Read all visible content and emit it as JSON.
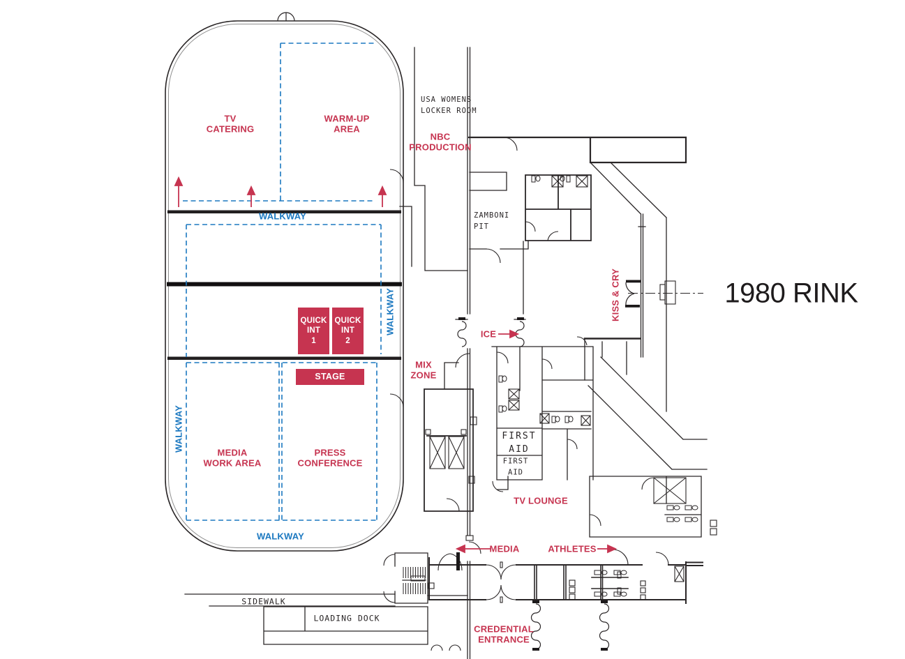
{
  "title": "1980 RINK",
  "colors": {
    "accent_red": "#C63450",
    "accent_blue": "#1B78C0",
    "ink": "#2A2627"
  },
  "rink_labels": {
    "tv_catering": "TV\nCATERING",
    "warm_up_area": "WARM-UP\nAREA",
    "walkway_top": "WALKWAY",
    "walkway_right": "WALKWAY",
    "walkway_left": "WALKWAY",
    "walkway_bottom": "WALKWAY",
    "media_work_area": "MEDIA\nWORK AREA",
    "press_conference": "PRESS\nCONFERENCE"
  },
  "rink_boxes": {
    "quick_int_1": "QUICK\nINT\n1",
    "quick_int_2": "QUICK\nINT\n2",
    "stage": "STAGE"
  },
  "plan_labels": {
    "locker_room": "USA WOMENS\nLOCKER ROOM",
    "nbc_production": "NBC\nPRODUCTION",
    "zamboni_pit": "ZAMBONI\nPIT",
    "kiss_and_cry": "KISS & CRY",
    "ice": "ICE",
    "mix_zone": "MIX\nZONE",
    "first_aid_main": "FIRST\nAID",
    "first_aid_small": "FIRST\nAID",
    "tv_lounge": "TV LOUNGE",
    "media": "MEDIA",
    "athletes": "ATHLETES",
    "credential_entrance": "CREDENTIAL\nENTRANCE",
    "sidewalk": "SIDEWALK",
    "loading_dock": "LOADING DOCK"
  }
}
